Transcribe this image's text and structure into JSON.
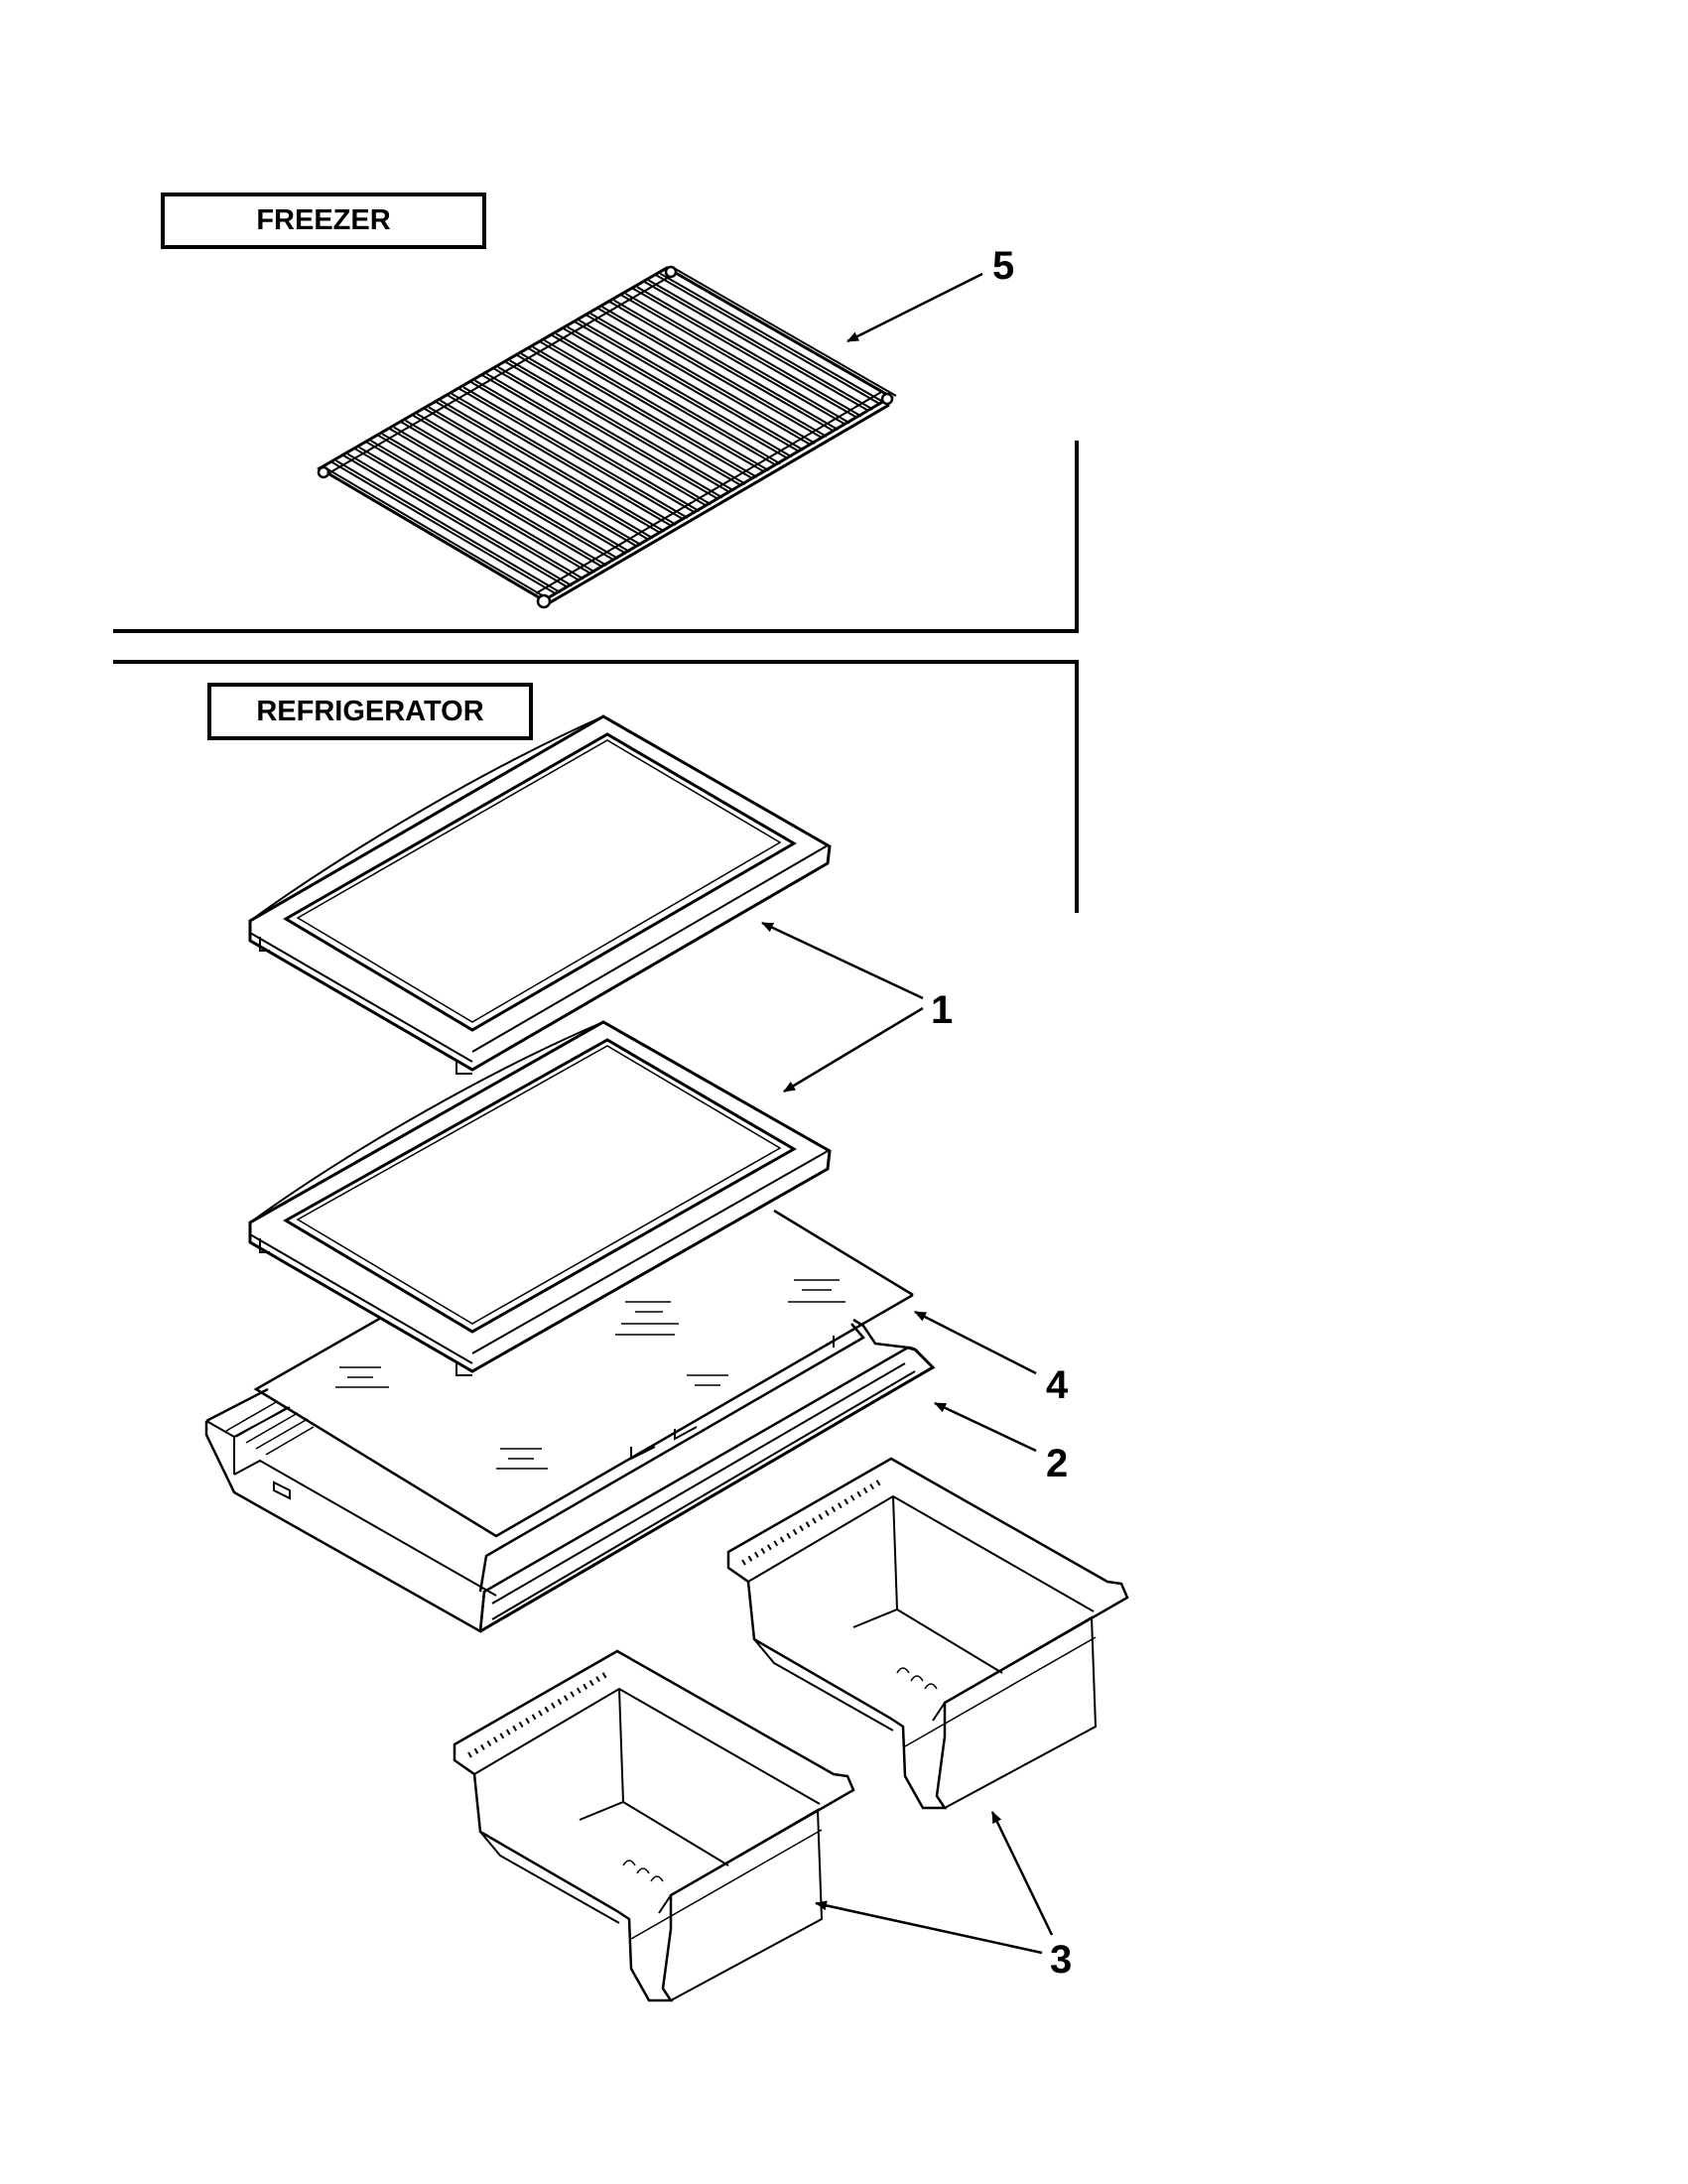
{
  "sections": {
    "freezer": "FREEZER",
    "refrigerator": "REFRIGERATOR"
  },
  "callouts": {
    "wire_shelf": "5",
    "glass_shelves": "1",
    "glass_insert": "4",
    "crisper_cover_frame": "2",
    "crisper_drawers": "3"
  }
}
